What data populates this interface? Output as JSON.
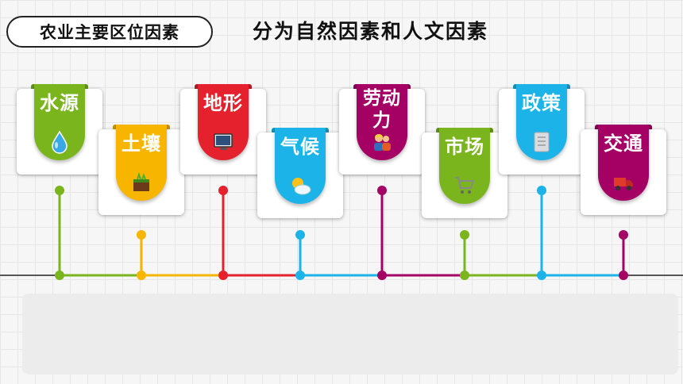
{
  "header": {
    "title": "农业主要区位因素",
    "subtitle": "分为自然因素和人文因素"
  },
  "factors": [
    {
      "label": "水源",
      "color": "#7ab51d",
      "icon": "water-drop-icon"
    },
    {
      "label": "土壤",
      "color": "#f7b500",
      "icon": "soil-icon"
    },
    {
      "label": "地形",
      "color": "#e4212c",
      "icon": "computer-icon"
    },
    {
      "label": "气候",
      "color": "#1cb4e8",
      "icon": "sun-cloud-icon"
    },
    {
      "label": "劳动力",
      "color": "#a50064",
      "icon": "workers-icon"
    },
    {
      "label": "市场",
      "color": "#7ab51d",
      "icon": "cart-icon"
    },
    {
      "label": "政策",
      "color": "#1cb4e8",
      "icon": "document-icon"
    },
    {
      "label": "交通",
      "color": "#a50064",
      "icon": "truck-icon"
    }
  ],
  "colors": {
    "axis": "#555555",
    "background": "#f6f6f6"
  }
}
